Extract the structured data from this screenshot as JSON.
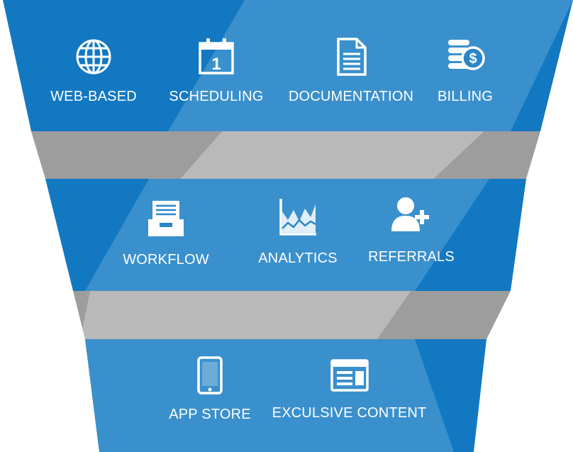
{
  "tiers": [
    {
      "features": [
        {
          "label": "WEB-BASED",
          "icon": "globe-icon"
        },
        {
          "label": "SCHEDULING",
          "icon": "calendar-icon",
          "icon_text": "1"
        },
        {
          "label": "DOCUMENTATION",
          "icon": "document-icon"
        },
        {
          "label": "BILLING",
          "icon": "coins-dollar-icon",
          "icon_text": "$"
        }
      ]
    },
    {
      "features": [
        {
          "label": "WORKFLOW",
          "icon": "file-drawer-icon"
        },
        {
          "label": "ANALYTICS",
          "icon": "area-chart-icon"
        },
        {
          "label": "REFERRALS",
          "icon": "add-user-icon"
        }
      ]
    },
    {
      "features": [
        {
          "label": "APP STORE",
          "icon": "tablet-icon"
        },
        {
          "label": "EXCULSIVE CONTENT",
          "icon": "web-window-icon"
        }
      ]
    }
  ],
  "colors": {
    "band_dark": "#1378c2",
    "band_light": "#3a90cc",
    "connector_dark": "#9d9d9d",
    "connector_light": "#b9b9b9",
    "text": "#ffffff"
  }
}
